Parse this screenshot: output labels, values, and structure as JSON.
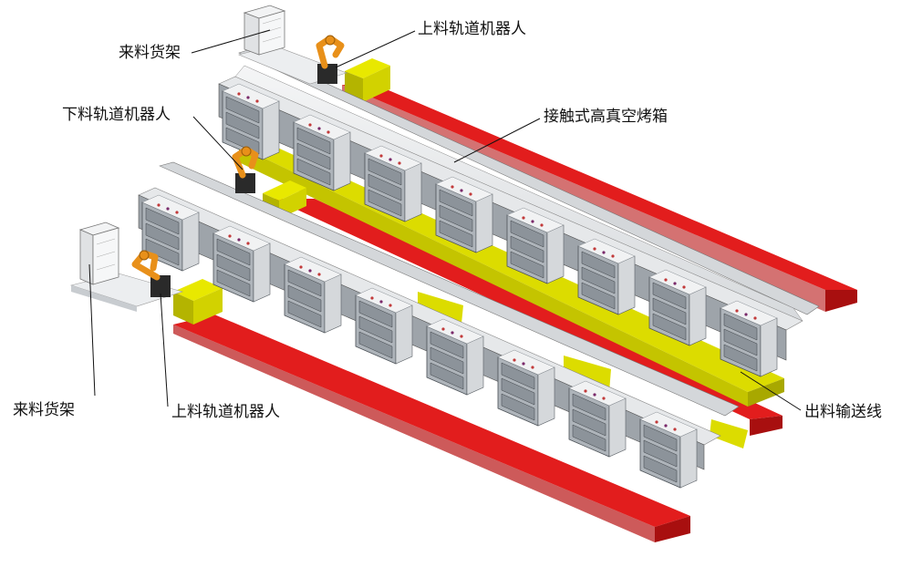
{
  "labels": {
    "rack_top": "来料货架",
    "loading_robot_top": "上料轨道机器人",
    "unloading_robot": "下料轨道机器人",
    "oven": "接触式高真空烤箱",
    "rack_bottom": "来料货架",
    "loading_robot_bottom": "上料轨道机器人",
    "output_conveyor": "出料输送线"
  },
  "corner_text": "",
  "colors": {
    "rail": "#e21d1d",
    "rail_edge": "#a80f0f",
    "conveyor": "#dcdc00",
    "conveyor_edge": "#a8a800",
    "oven_face": "#cdd0d4",
    "oven_dark": "#7f868e",
    "deck": "#eceef0",
    "robot": "#e8901a"
  }
}
